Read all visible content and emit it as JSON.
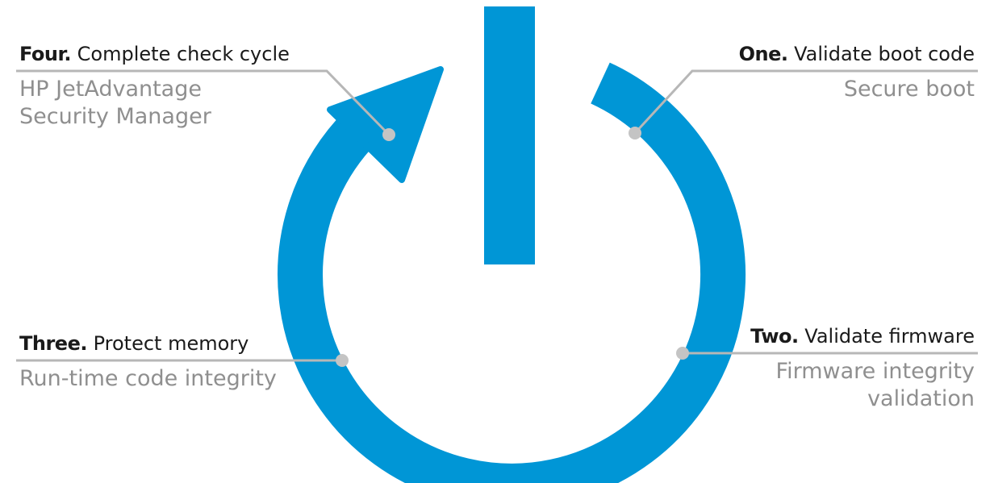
{
  "colors": {
    "accent": "#0096D6",
    "leader": "#b7b7b7",
    "dot": "#c4c4c4"
  },
  "callouts": {
    "four": {
      "step": "Four.",
      "text": "Complete check cycle",
      "sub": "HP JetAdvantage Security Manager"
    },
    "one": {
      "step": "One.",
      "text": "Validate boot code",
      "sub": "Secure boot"
    },
    "three": {
      "step": "Three.",
      "text": "Protect memory",
      "sub": "Run-time code integrity"
    },
    "two": {
      "step": "Two.",
      "text": "Validate firmware",
      "sub": "Firmware integrity validation"
    }
  }
}
